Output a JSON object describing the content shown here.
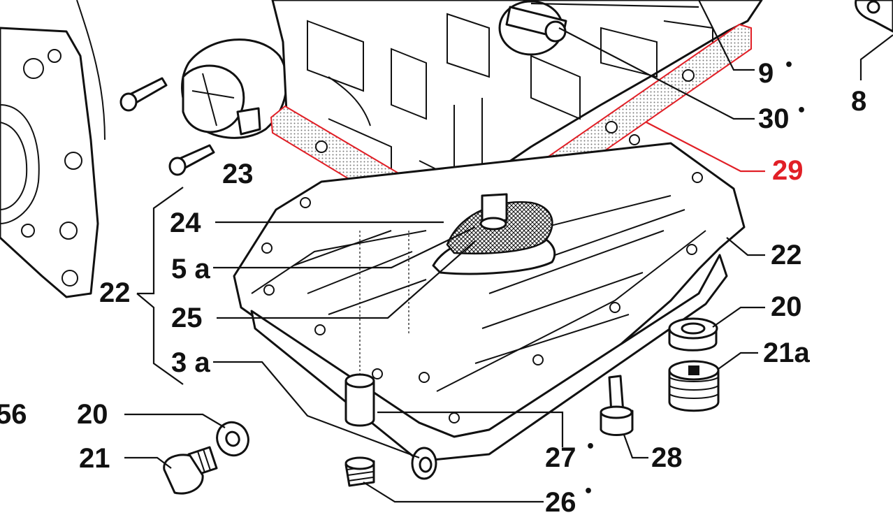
{
  "callouts": [
    {
      "id": "c9",
      "text": "9",
      "dot": "•"
    },
    {
      "id": "c8",
      "text": "8",
      "dot": ""
    },
    {
      "id": "c30",
      "text": "30",
      "dot": "•"
    },
    {
      "id": "c29",
      "text": "29",
      "dot": "",
      "highlight": true
    },
    {
      "id": "c23",
      "text": "23",
      "dot": ""
    },
    {
      "id": "c24",
      "text": "24",
      "dot": ""
    },
    {
      "id": "c22a",
      "text": "22",
      "dot": ""
    },
    {
      "id": "c5a",
      "text": "5 a",
      "dot": ""
    },
    {
      "id": "c22b",
      "text": "22",
      "dot": ""
    },
    {
      "id": "c25",
      "text": "25",
      "dot": ""
    },
    {
      "id": "c20a",
      "text": "20",
      "dot": ""
    },
    {
      "id": "c21a",
      "text": "21a",
      "dot": ""
    },
    {
      "id": "c3a",
      "text": "3 a",
      "dot": ""
    },
    {
      "id": "c56",
      "text": "56",
      "dot": ""
    },
    {
      "id": "c20b",
      "text": "20",
      "dot": ""
    },
    {
      "id": "c21",
      "text": "21",
      "dot": ""
    },
    {
      "id": "c27",
      "text": "27",
      "dot": "•"
    },
    {
      "id": "c28",
      "text": "28",
      "dot": ""
    },
    {
      "id": "c26",
      "text": "26",
      "dot": "•"
    }
  ],
  "colors": {
    "ink": "#111111",
    "highlight": "#e11f26",
    "background": "#ffffff"
  }
}
